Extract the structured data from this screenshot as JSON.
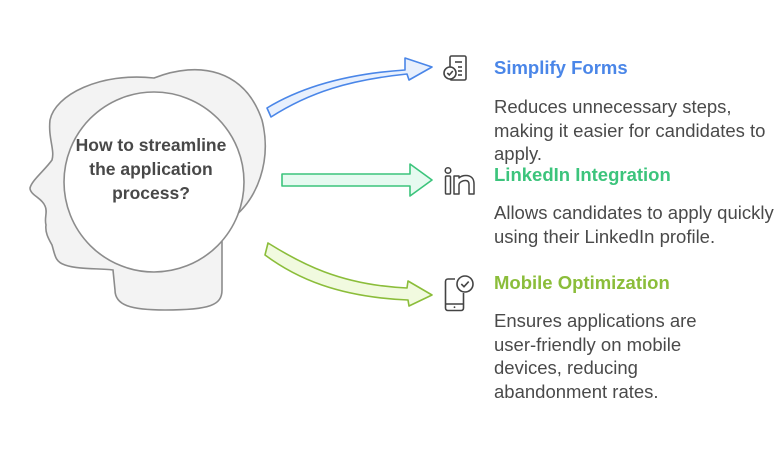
{
  "center": {
    "question": "How to streamline the application process?"
  },
  "branches": [
    {
      "title": "Simplify Forms",
      "description": "Reduces unnecessary steps, making it easier for candidates to apply.",
      "icon": "form-check-icon",
      "color": "#4a86e8",
      "fill": "#e8f0fd"
    },
    {
      "title": "LinkedIn Integration",
      "description": "Allows candidates to apply quickly using their LinkedIn profile.",
      "icon": "linkedin-icon",
      "color": "#3cc47c",
      "fill": "#e6faf0"
    },
    {
      "title": "Mobile Optimization",
      "description": "Ensures applications are user-friendly on mobile devices, reducing abandonment rates.",
      "icon": "mobile-check-icon",
      "color": "#8bbd3a",
      "fill": "#f1fadf"
    }
  ]
}
